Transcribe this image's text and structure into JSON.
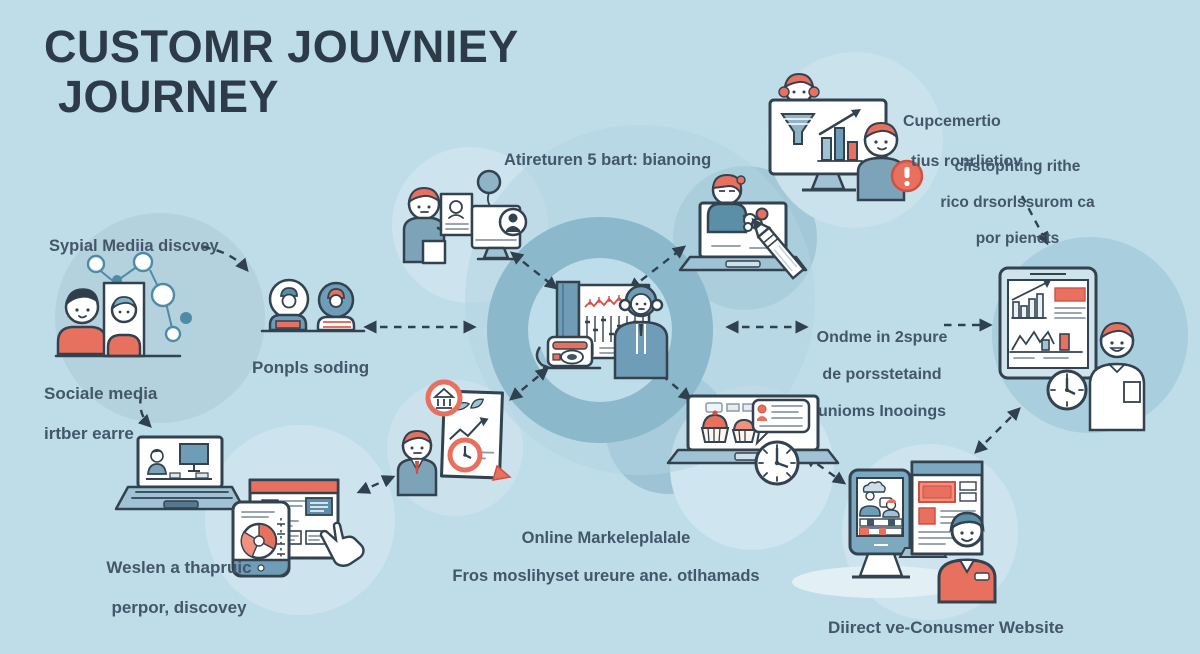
{
  "title": {
    "line1": "CUSTOMR JOUVNIEY",
    "line2": "JOURNEY"
  },
  "labels": {
    "social_top": "Sypial Mediia discvey",
    "social_bottom_1": "Sociale media",
    "social_bottom_2": "irtber earre",
    "ponpls": "Ponpls soding",
    "hub_top": "Atireturen 5 bart: bianoing",
    "top_right_1": "Cupcemertio",
    "top_right_2": "tius ronrlietiov",
    "note_1": "ciistophting rithe",
    "note_2": "rico drsorlssurom ca",
    "note_3": "por piencts",
    "right_mid_1": "Ondme in 2spure",
    "right_mid_2": "de porsstetaind",
    "right_mid_3": "unioms Inooings",
    "bottom_center_1": "Online Markeleplalale",
    "bottom_center_2": "Fros moslihyset ureure ane. otlhamads",
    "bottom_left_1": "Weslen a thapruic",
    "bottom_left_2": "perpor, discovey",
    "bottom_right": "Diirect ve-Conusmer Website"
  },
  "colors": {
    "background": "#bedde9",
    "title_text": "#2d3b49",
    "label_text": "#43566a",
    "line": "#32424f",
    "coral": "#e8705e",
    "coral_dark": "#d05042",
    "coral_light": "#f0907f",
    "steel_blue": "#6f9cb6",
    "panel_blue": "#9fc2d4",
    "teal": "#4e8ca6",
    "hub_ring": "#8cb8cc",
    "hub_inner": "#bcdde9"
  },
  "icons": [
    "people-network-icon",
    "photo-card-icon",
    "avatar-pair-icon",
    "balloon-icon",
    "profile-monitor-icon",
    "dashboard-board-icon",
    "camera-device-icon",
    "analyst-person-icon",
    "laptop-icon",
    "pencil-icon",
    "funnel-chart-monitor-icon",
    "alert-icon",
    "tablet-bar-chart-icon",
    "clock-icon",
    "bank-badge-icon",
    "certificate-icon",
    "shopping-laptop-icon",
    "speech-bubble-icon",
    "browser-window-icon",
    "pie-chart-tablet-icon",
    "hand-cursor-icon",
    "phone-stand-icon",
    "person-icon"
  ]
}
